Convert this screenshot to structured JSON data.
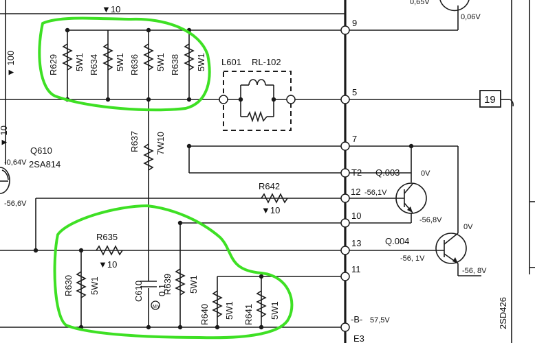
{
  "highlight_color": "#3ee024",
  "top": {
    "v10": "▼10",
    "v065": "0,65V",
    "v006": "0,06V"
  },
  "left": {
    "v100": "▼ 100",
    "v10a": "▼ 10",
    "q610_name": "Q610",
    "q610_type": "2SA814",
    "v064": "-0,64V",
    "v566": "-56,6V"
  },
  "resistors_top": [
    {
      "ref": "R629",
      "rating": "5W1"
    },
    {
      "ref": "R634",
      "rating": "5W1"
    },
    {
      "ref": "R636",
      "rating": "5W1"
    },
    {
      "ref": "R638",
      "rating": "5W1"
    }
  ],
  "r637": {
    "ref": "R637",
    "rating": "7W10"
  },
  "coil": {
    "ref": "L601",
    "model": "RL-102"
  },
  "bus_nodes": {
    "n9": "9",
    "n5": "5",
    "n7": "7",
    "nT2": "T2",
    "n12": "12",
    "n10": "10",
    "n13": "13",
    "n11": "11"
  },
  "connector": "19",
  "r642": {
    "ref": "R642",
    "value": "▼10"
  },
  "q003": {
    "name": "Q.003",
    "v_top": "0V",
    "v_base": "-56,1V",
    "v_emit": "-56,8V"
  },
  "q004": {
    "name": "Q.004",
    "v_top": "0V",
    "v_base": "-56, 1V",
    "v_emit": "-56, 8V"
  },
  "r635": {
    "ref": "R635",
    "value": "▼10"
  },
  "resistors_bottom": [
    {
      "ref": "R630",
      "rating": "5W1"
    },
    {
      "ref": "R639",
      "rating": "5W1"
    },
    {
      "ref": "R640",
      "rating": "5W1"
    },
    {
      "ref": "R641",
      "rating": "5W1"
    }
  ],
  "cap": {
    "ref": "C610",
    "value": "0,1",
    "mark": "MY"
  },
  "bottom": {
    "b_label": "-B-",
    "b_volt": "57,5V",
    "e3": "E3"
  },
  "transistor_type": "2SD426"
}
